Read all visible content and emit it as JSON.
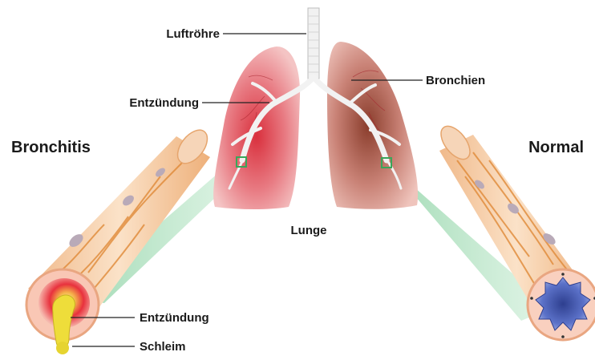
{
  "labels": {
    "trachea": "Luftröhre",
    "inflammation_top": "Entzündung",
    "bronchi": "Bronchien",
    "lung": "Lunge",
    "bronchitis": "Bronchitis",
    "normal": "Normal",
    "inflammation_bottom": "Entzündung",
    "mucus": "Schleim"
  },
  "colors": {
    "lung_inflamed": "#d9424a",
    "lung_normal": "#b06a5c",
    "airway_outer": "#f3c9a0",
    "airway_muscle": "#e8953f",
    "zoom_beam": "#9fd9b0",
    "mucus": "#e8d63a",
    "normal_lumen": "#4a5fb5",
    "inflamed_lumen": "#e8313d"
  }
}
